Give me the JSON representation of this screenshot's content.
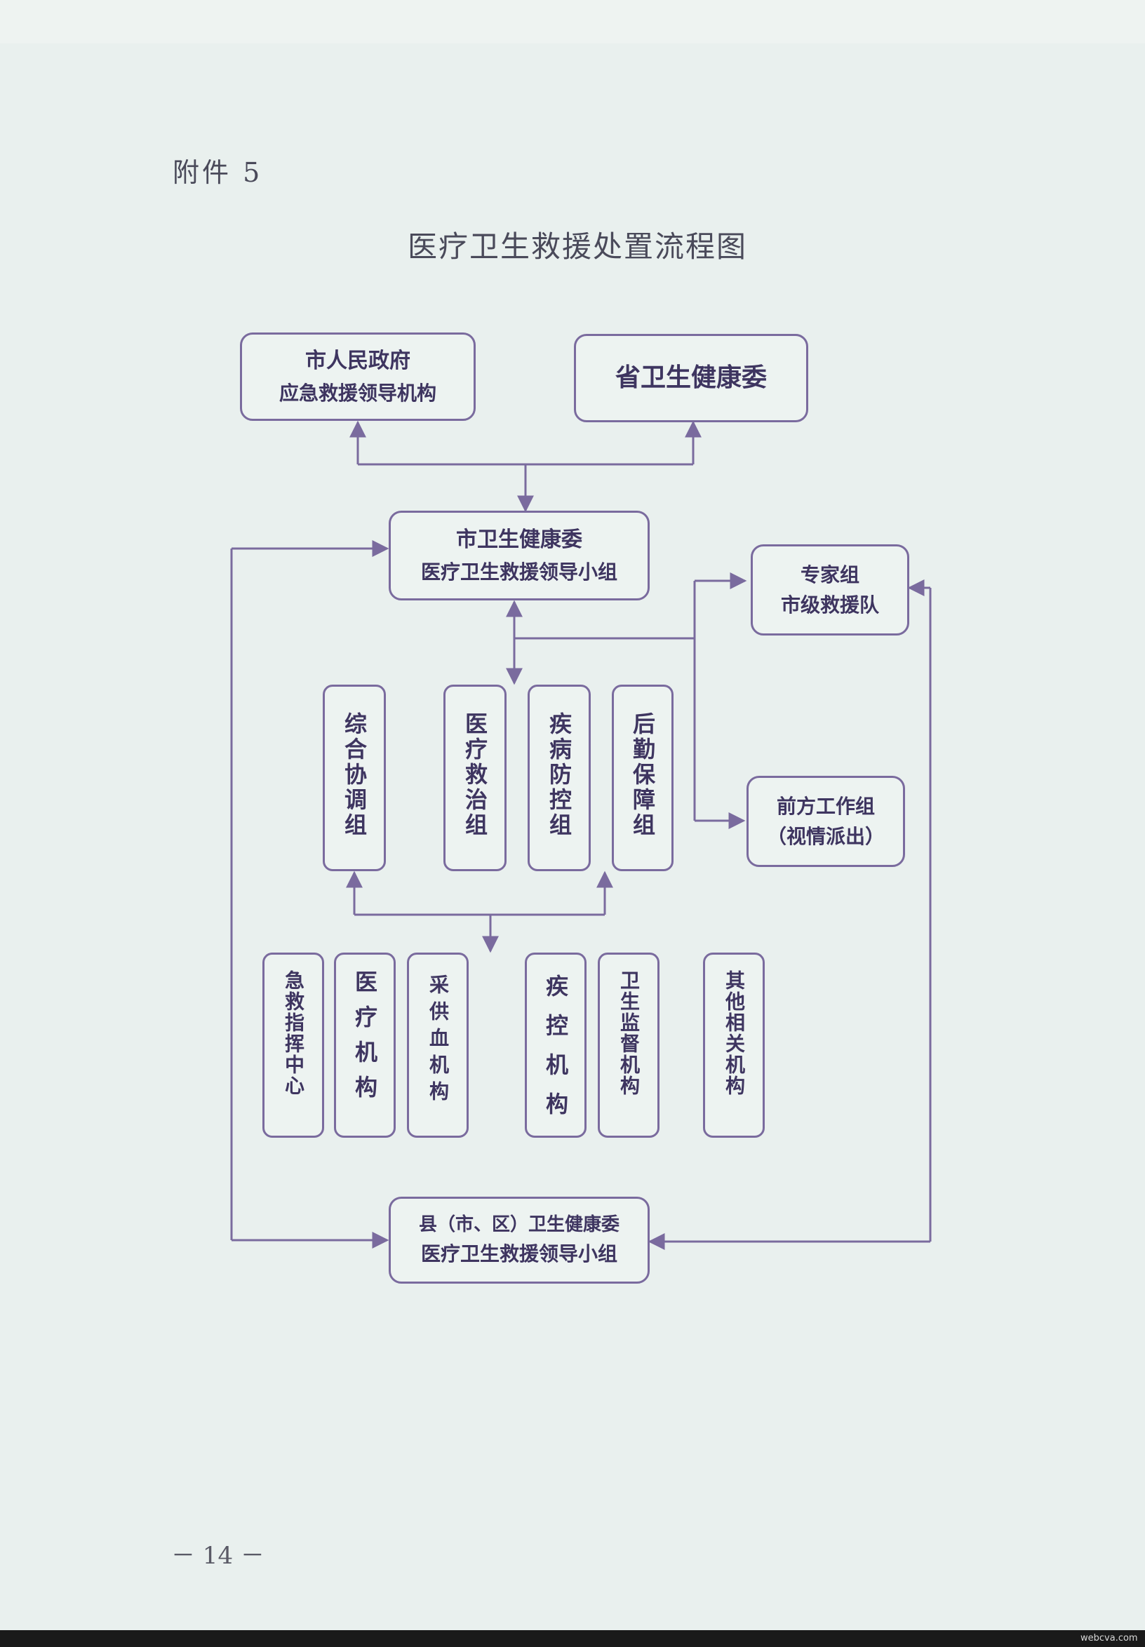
{
  "header": {
    "attachment_label": "附件 5",
    "title": "医疗卫生救援处置流程图"
  },
  "flowchart": {
    "city_gov": {
      "line1": "市人民政府",
      "line2": "应急救援领导机构"
    },
    "province_health": {
      "line1": "省卫生健康委"
    },
    "city_health": {
      "line1": "市卫生健康委",
      "line2": "医疗卫生救援领导小组"
    },
    "expert_group": {
      "line1": "专家组",
      "line2": "市级救援队"
    },
    "front_group": {
      "line1": "前方工作组",
      "line2": "（视情派出）"
    },
    "groups": [
      {
        "label": "综合协调组"
      },
      {
        "label": "医疗救治组"
      },
      {
        "label": "疾病防控组"
      },
      {
        "label": "后勤保障组"
      }
    ],
    "institutions": [
      {
        "label": "急救指挥中心"
      },
      {
        "label": "医疗机构"
      },
      {
        "label": "采供血机构"
      },
      {
        "label": "疾控机构"
      },
      {
        "label": "卫生监督机构"
      },
      {
        "label": "其他相关机构"
      }
    ],
    "county_health": {
      "line1": "县（市、区）卫生健康委",
      "line2": "医疗卫生救援领导小组"
    }
  },
  "footer": {
    "page_number": "－ 14 －",
    "watermark": "webcva.com"
  },
  "colors": {
    "background": "#e9f0ee",
    "line": "#7a6b9e",
    "box_text": "#3e3560"
  }
}
